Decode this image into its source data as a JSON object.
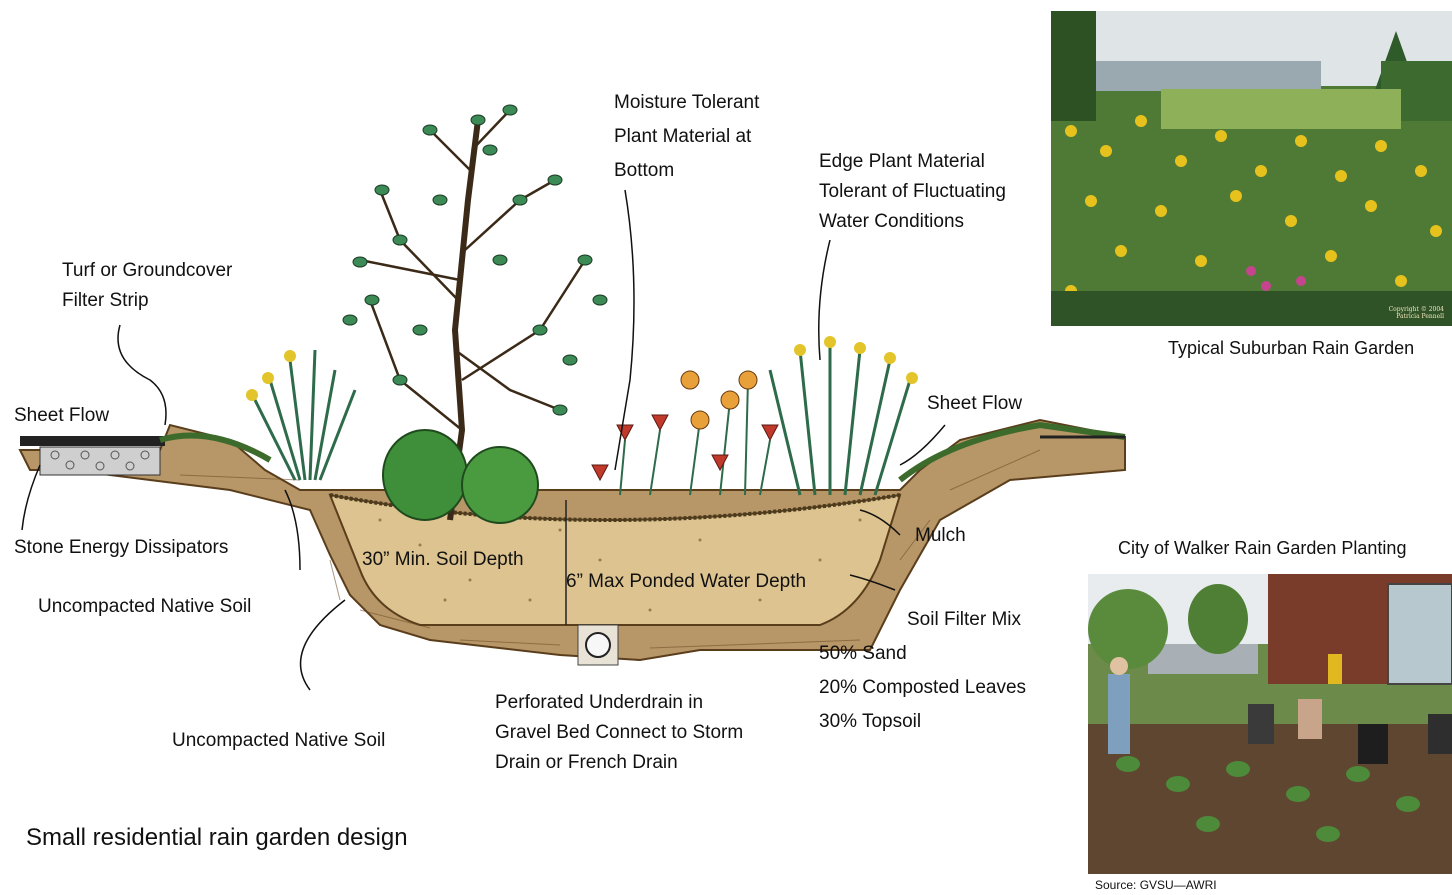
{
  "diagram": {
    "title": "Small residential rain garden design",
    "labels": {
      "turf": [
        "Turf or Groundcover",
        "Filter Strip"
      ],
      "sheet_flow_left": "Sheet Flow",
      "stone": "Stone Energy Dissipators",
      "native_soil_1": "Uncompacted Native Soil",
      "native_soil_2": "Uncompacted Native Soil",
      "moisture": [
        "Moisture Tolerant",
        "Plant Material at",
        "Bottom"
      ],
      "edge": [
        "Edge Plant Material",
        "Tolerant of Fluctuating",
        "Water Conditions"
      ],
      "sheet_flow_right": "Sheet Flow",
      "mulch": "Mulch",
      "soil_depth": "30” Min. Soil Depth",
      "ponded": "6” Max Ponded Water Depth",
      "filter_mix": "Soil Filter Mix",
      "mix_items": [
        "50% Sand",
        "20% Composted Leaves",
        "30% Topsoil"
      ],
      "underdrain": [
        "Perforated Underdrain in",
        "Gravel Bed Connect to Storm",
        "Drain or French Drain"
      ]
    }
  },
  "photos": {
    "top_caption": "Typical Suburban Rain Garden",
    "top_copyright": [
      "Copyright © 2004",
      "Patricia Pennell"
    ],
    "bottom_caption": "City of Walker Rain Garden Planting",
    "source": "Source: GVSU—AWRI"
  }
}
